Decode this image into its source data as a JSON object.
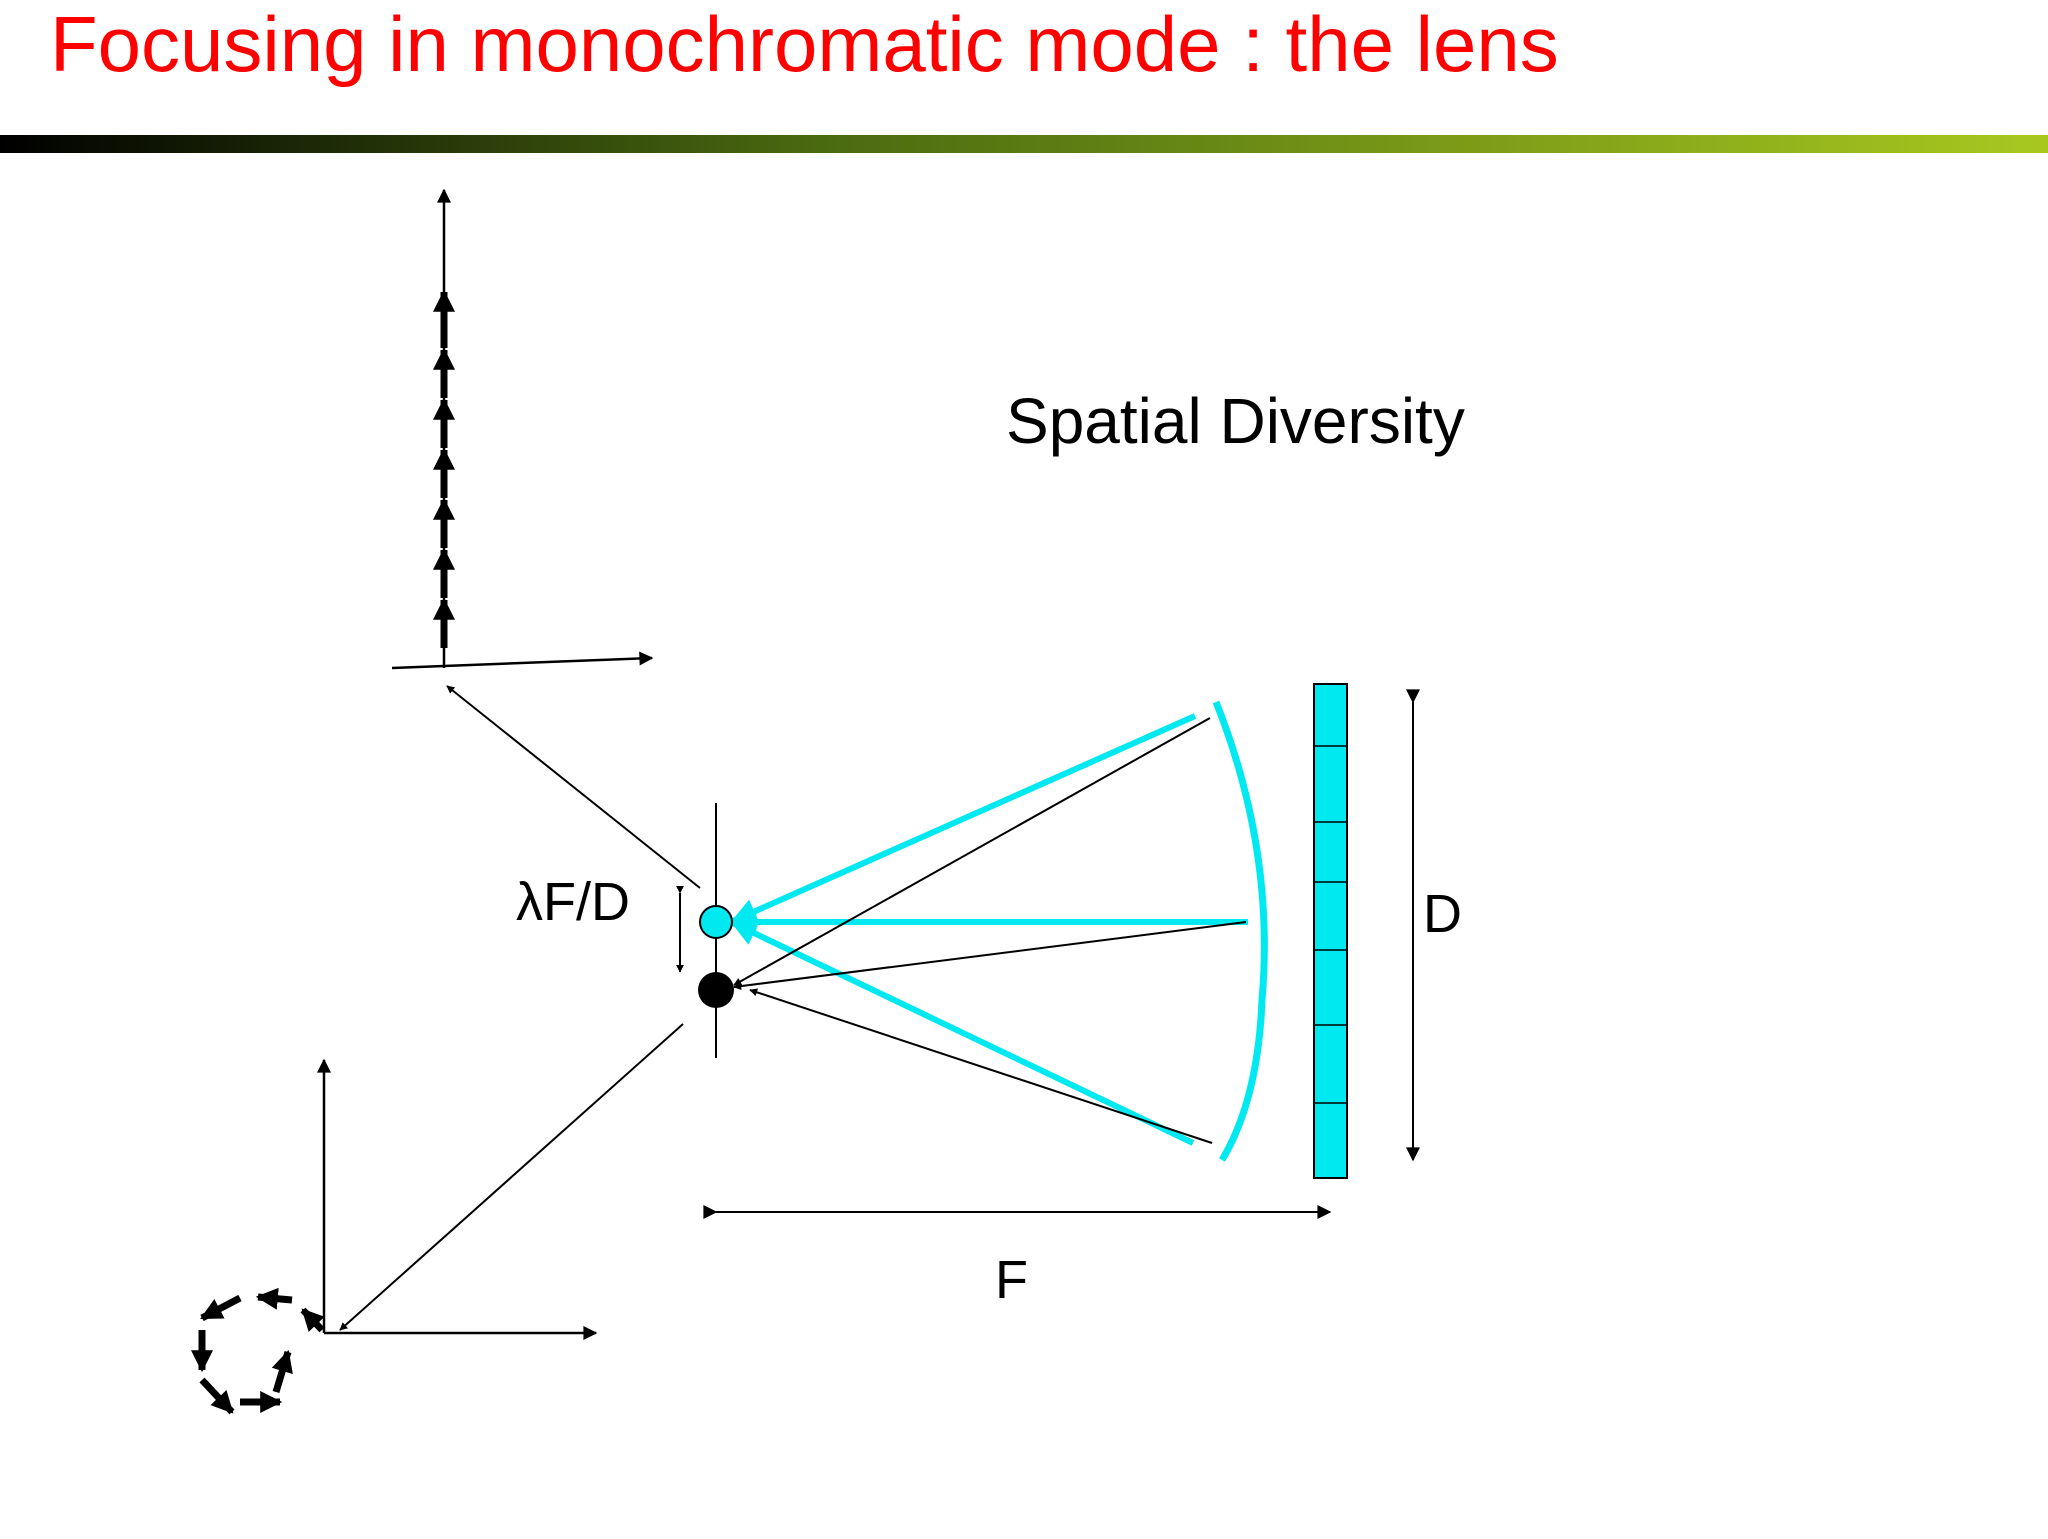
{
  "slide": {
    "title": "Focusing in monochromatic mode : the lens",
    "title_color": "#ff0000"
  },
  "title_bar": {
    "gradient_colors": [
      "#000000",
      "#4a6a10",
      "#a8c820"
    ]
  },
  "diagram": {
    "labels": {
      "spatial_diversity": "Spatial Diversity",
      "lambda_f_over_d": "λF/D",
      "aperture": "D",
      "focal_length": "F"
    },
    "colors": {
      "beam": "#00e8f0",
      "line": "#000000"
    }
  }
}
